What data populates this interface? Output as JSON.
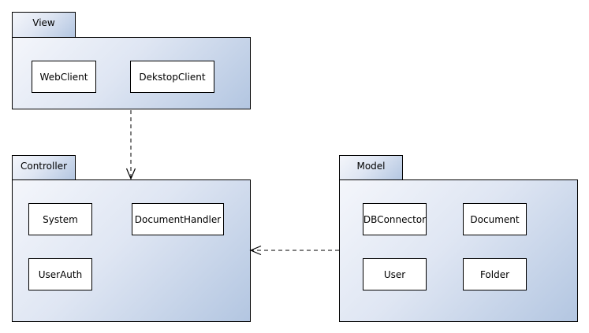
{
  "packages": {
    "view": {
      "name": "View",
      "classes": [
        "WebClient",
        "DekstopClient"
      ]
    },
    "controller": {
      "name": "Controller",
      "classes": [
        "System",
        "DocumentHandler",
        "UserAuth"
      ]
    },
    "model": {
      "name": "Model",
      "classes": [
        "DBConnector",
        "Document",
        "User",
        "Folder"
      ]
    }
  },
  "edges": [
    {
      "from": "View",
      "to": "Controller",
      "style": "dashed",
      "arrow": "open"
    },
    {
      "from": "Model",
      "to": "Controller",
      "style": "dashed",
      "arrow": "open"
    }
  ],
  "colors": {
    "gradient_start": "#f4f6fb",
    "gradient_end": "#b3c6e1",
    "line": "#000000"
  }
}
